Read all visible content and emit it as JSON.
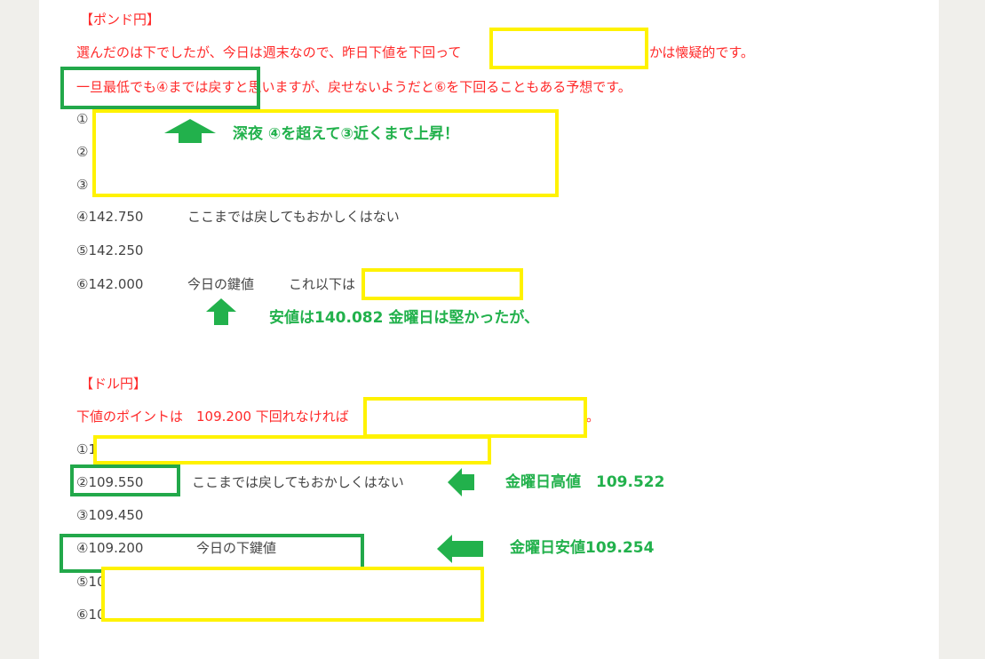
{
  "pound": {
    "heading": "【ポンド円】",
    "line1_a": "選んだのは下でしたが、今日は週末なので、昨日下値を下回って",
    "line1_b": "かは懐疑的です。",
    "line2": "一旦最低でも④までは戻すと思いますが、戻せないようだと⑥を下回ることもある予想です。",
    "rows": [
      {
        "label": "①"
      },
      {
        "label": "②"
      },
      {
        "label": "③"
      },
      {
        "label": "④142.750",
        "note": "ここまでは戻してもおかしくはない"
      },
      {
        "label": "⑤142.250"
      },
      {
        "label": "⑥142.000",
        "note": "今日の鍵値",
        "note2": "これ以下は"
      }
    ],
    "annot1": "深夜 ④を超えて③近くまで上昇！",
    "annot2": "安値は140.082 金曜日は堅かったが、"
  },
  "dollar": {
    "heading": "【ドル円】",
    "line1": "下値のポイントは　109.200 下回れなければ",
    "line1_end": "。",
    "rows": [
      {
        "label": "①1"
      },
      {
        "label": "②109.550",
        "note": "ここまでは戻してもおかしくはない"
      },
      {
        "label": "③109.450"
      },
      {
        "label": "④109.200",
        "note": "今日の下鍵値"
      },
      {
        "label": "⑤10"
      },
      {
        "label": "⑥10"
      }
    ],
    "annot_high": "金曜日高値　109.522",
    "annot_low": "金曜日安値109.254"
  },
  "colors": {
    "red": "#ff2a2a",
    "green": "#22b14c",
    "yellow": "#fff200"
  }
}
